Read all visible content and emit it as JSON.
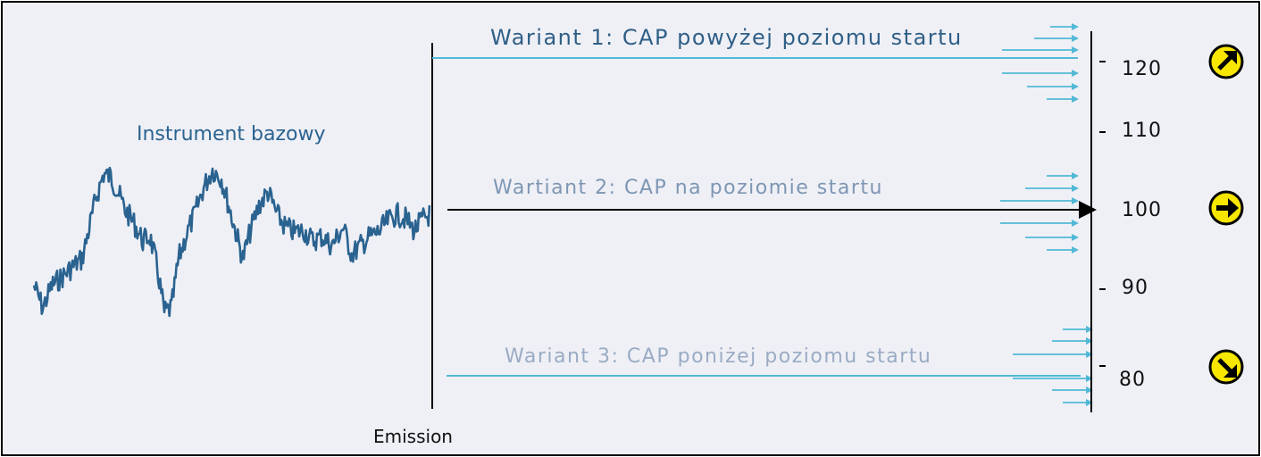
{
  "labels": {
    "base_instrument": "Instrument bazowy",
    "emission": "Emission"
  },
  "variants": [
    {
      "label": "Wariant 1: CAP powyżej poziomu startu",
      "level": 120,
      "direction": "up-right"
    },
    {
      "label": "Wartiant 2: CAP na poziomie startu",
      "level": 100,
      "direction": "right"
    },
    {
      "label": "Wariant 3: CAP poniżej poziomu startu",
      "level": 80,
      "direction": "down-right"
    }
  ],
  "axis": {
    "ticks": [
      "120",
      "110",
      "100",
      "90",
      "80"
    ]
  },
  "colors": {
    "background": "#eff0f6",
    "price_series": "#2b6390",
    "arrows": "#51b9d6",
    "variant1_text": "#2f5f86",
    "variant2_text": "#7d96b3",
    "variant3_text": "#9aabc4",
    "indicator_fill": "#f7e600"
  },
  "icons": [
    "arrow-up-right-icon",
    "arrow-right-icon",
    "arrow-down-right-icon"
  ]
}
